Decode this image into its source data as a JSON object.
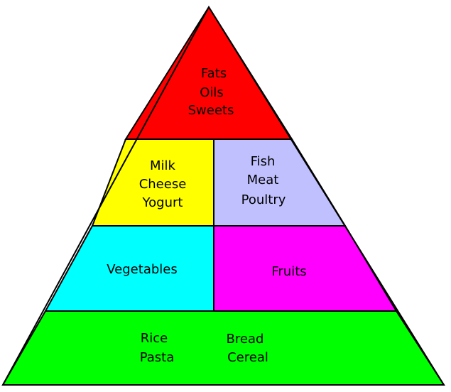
{
  "pyramid": {
    "top": {
      "lines": [
        "Fats",
        "Oils",
        "Sweets"
      ],
      "color": "#ff0000"
    },
    "dairy": {
      "lines": [
        "Milk",
        "Cheese",
        "Yogurt"
      ],
      "color": "#ffff00"
    },
    "protein": {
      "lines": [
        "Fish",
        "Meat",
        "Poultry"
      ],
      "color": "#c0c0ff"
    },
    "vegetables": {
      "label": "Vegetables",
      "color": "#00ffff"
    },
    "fruits": {
      "label": "Fruits",
      "color": "#ff00ff"
    },
    "grains": {
      "left_lines": [
        "Rice",
        "Pasta"
      ],
      "right_lines": [
        "Bread",
        "Cereal"
      ],
      "color": "#00ff00"
    }
  }
}
